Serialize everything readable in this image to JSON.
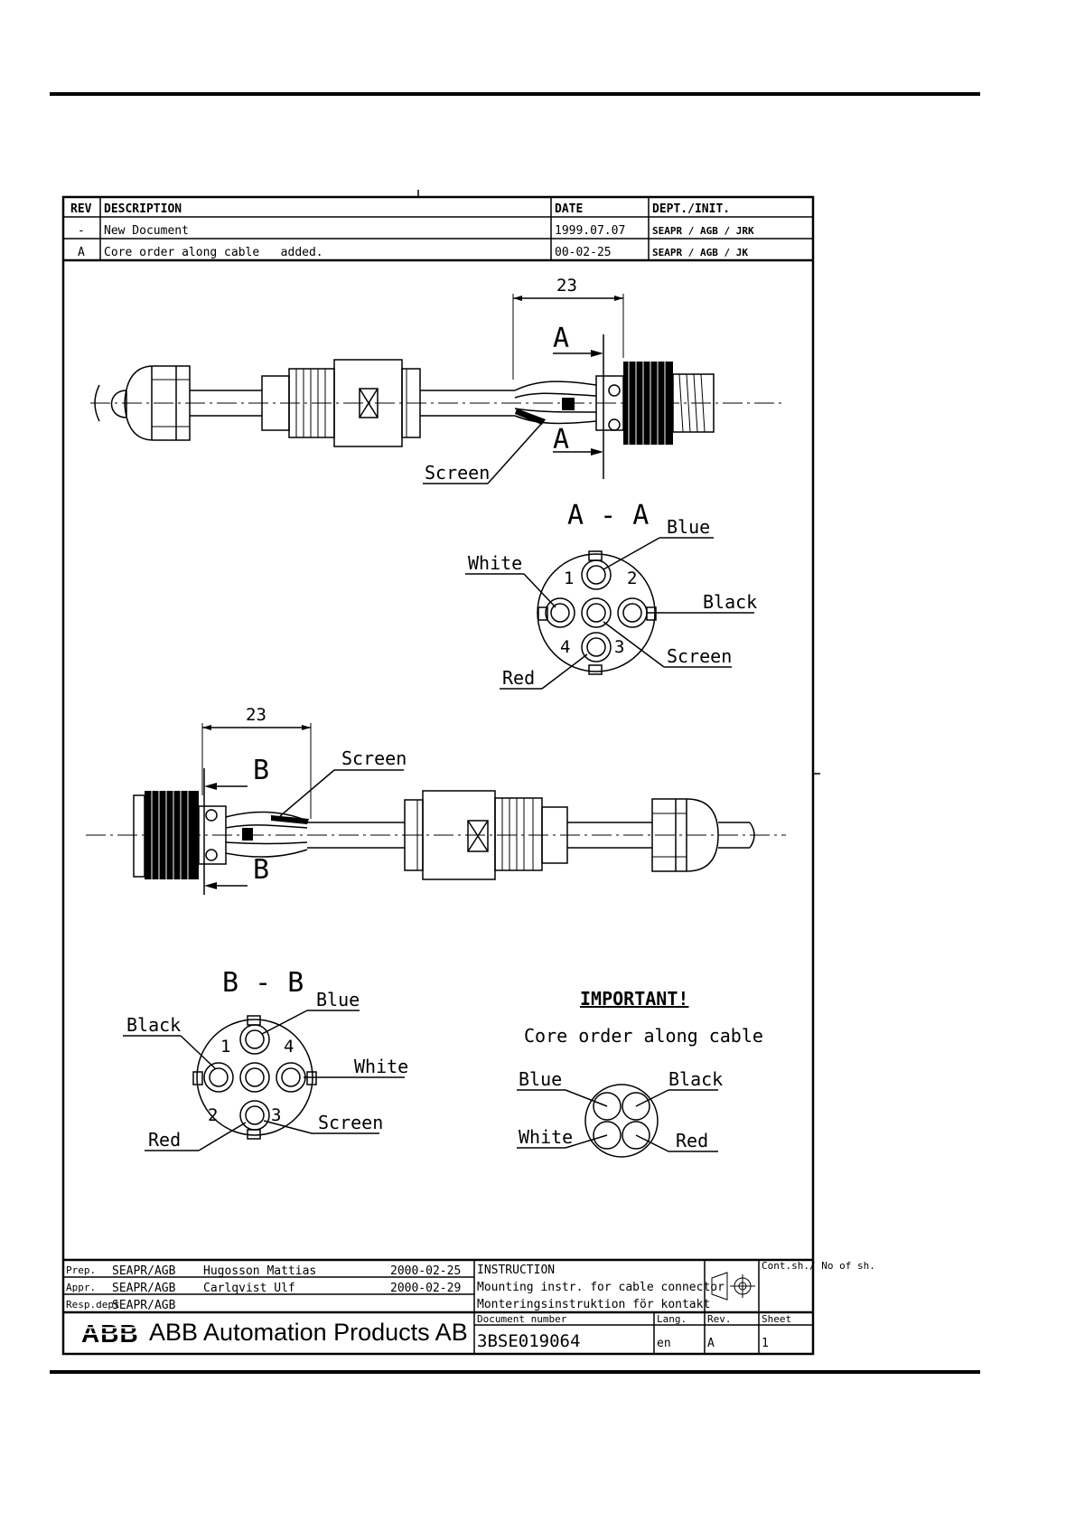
{
  "revision_table": {
    "headers": {
      "rev": "REV",
      "description": "DESCRIPTION",
      "date": "DATE",
      "dept": "DEPT./INIT."
    },
    "rows": [
      {
        "rev": "-",
        "description": "New Document",
        "date": "1999.07.07",
        "dept": "SEAPR / AGB / JRK"
      },
      {
        "rev": "A",
        "description": "Core order along cable   added.",
        "date": "00-02-25",
        "dept": "SEAPR / AGB / JK"
      }
    ]
  },
  "top_view": {
    "dimension": "23",
    "section_marks": {
      "upper": "A",
      "lower": "A"
    },
    "screen_label": "Screen"
  },
  "section_aa": {
    "title": "A - A",
    "labels": {
      "blue": "Blue",
      "white": "White",
      "black": "Black",
      "screen": "Screen",
      "red": "Red"
    },
    "pins": {
      "p1": "1",
      "p2": "2",
      "p3": "3",
      "p4": "4"
    }
  },
  "bottom_view": {
    "dimension": "23",
    "section_marks": {
      "upper": "B",
      "lower": "B"
    },
    "screen_label": "Screen"
  },
  "section_bb": {
    "title": "B - B",
    "labels": {
      "blue": "Blue",
      "black": "Black",
      "white": "White",
      "screen": "Screen",
      "red": "Red"
    },
    "pins": {
      "p1": "1",
      "p2": "2",
      "p3": "3",
      "p4": "4"
    }
  },
  "important": {
    "title": "IMPORTANT!",
    "subtitle": "Core order along cable",
    "labels": {
      "blue": "Blue",
      "black": "Black",
      "white": "White",
      "red": "Red"
    }
  },
  "title_block": {
    "prep_label": "Prep.",
    "prep_dept": "SEAPR/AGB",
    "prep_name": "Hugosson Mattias",
    "prep_date": "2000-02-25",
    "appr_label": "Appr.",
    "appr_dept": "SEAPR/AGB",
    "appr_name": "Carlqvist Ulf",
    "appr_date": "2000-02-29",
    "resp_label": "Resp.dept",
    "resp_dept": "SEAPR/AGB",
    "doc_type": "INSTRUCTION",
    "title_en": "Mounting instr. for cable connector",
    "title_sv": "Monteringsinstruktion för kontakt",
    "cont_label": "Cont.sh./ No of sh.",
    "doc_number_label": "Document number",
    "doc_number": "3BSE019064",
    "lang_label": "Lang.",
    "lang": "en",
    "rev_label": "Rev.",
    "rev": "A",
    "sheet_label": "Sheet",
    "sheet": "1",
    "logo_mark": "ABB",
    "company": "ABB Automation Products AB"
  }
}
